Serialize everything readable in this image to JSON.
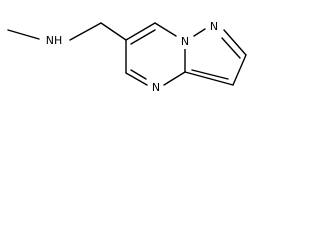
{
  "molecule": {
    "atoms": {
      "nh": "NH",
      "n_bridge": "N",
      "n_pyrazole": "N",
      "n_pyrimidine": "N"
    },
    "colors": {
      "bond": "#000000",
      "label": "#000000",
      "background": "#ffffff"
    }
  }
}
